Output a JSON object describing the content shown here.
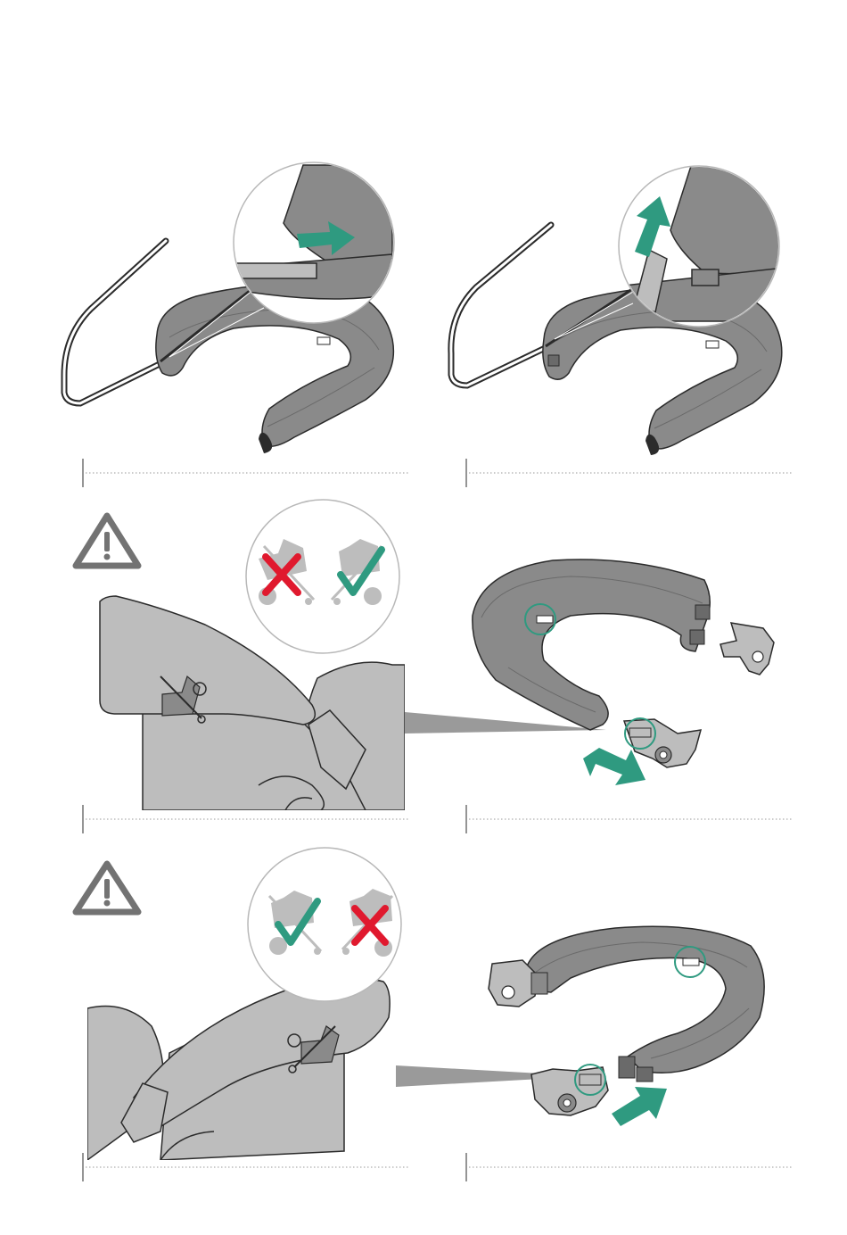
{
  "colors": {
    "accent_teal": "#2f9a80",
    "warning_red": "#e0192e",
    "frame_gray": "#8a8a8a",
    "fill_gray": "#bdbdbd",
    "dark_gray": "#6f6f6f",
    "outline": "#2b2b2b",
    "circle_stroke": "#b8b8b8",
    "warning_icon": "#737373"
  },
  "icons": [
    "warning-triangle-icon",
    "check-mark-icon",
    "cross-mark-icon",
    "arrow-right-icon",
    "arrow-up-icon",
    "stroller-icon"
  ],
  "panels": [
    {
      "id": "step-1",
      "zoom_arrow": "right"
    },
    {
      "id": "step-2",
      "zoom_arrow": "up"
    },
    {
      "id": "step-3",
      "warning": true,
      "allowed": "right",
      "not_allowed": "left"
    },
    {
      "id": "step-4",
      "highlight_circles": 2
    },
    {
      "id": "step-5",
      "warning": true,
      "allowed": "left",
      "not_allowed": "right"
    },
    {
      "id": "step-6",
      "highlight_circles": 2
    }
  ]
}
